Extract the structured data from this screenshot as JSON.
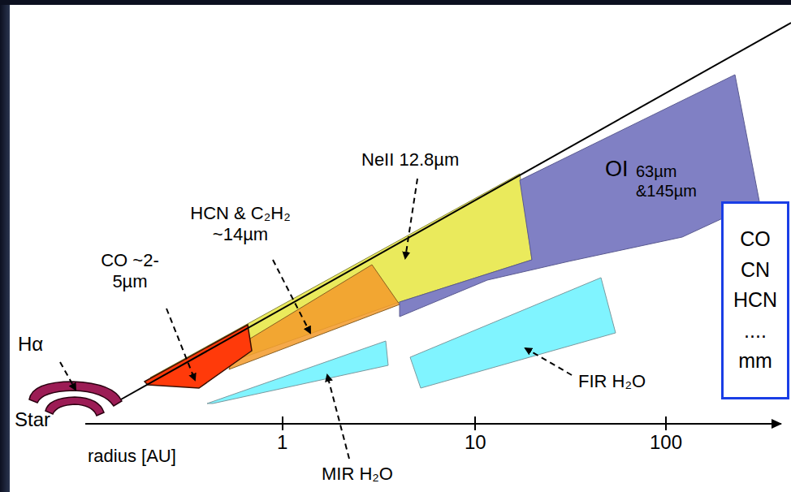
{
  "diagram": {
    "nodes": [
      {
        "text": [
          "OI",
          "63µm &145µm"
        ]
      },
      {
        "text": [
          "CO CN HCN .... mm"
        ]
      }
    ],
    "labels": [
      "Hα",
      "Star",
      "CO ~2-5µm",
      "HCN & C₂H₂ ~14µm",
      "NeII 12.8µm",
      "MIR H₂O",
      "FIR H₂O",
      "radius [AU]",
      "1",
      "10",
      "100"
    ]
  }
}
